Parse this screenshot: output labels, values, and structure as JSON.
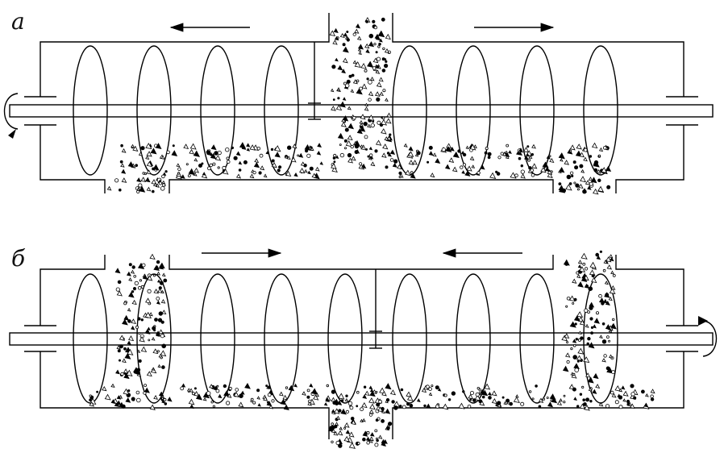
{
  "figure": {
    "panels": [
      {
        "label": "а",
        "shaft_rotation_side": "left",
        "feed_inlet": "top-center",
        "discharge_outlets": [
          "bottom-left",
          "bottom-right"
        ],
        "flow_arrows": [
          "left",
          "right"
        ],
        "baffle": "center"
      },
      {
        "label": "б",
        "shaft_rotation_side": "right",
        "feed_inlets": [
          "top-left",
          "top-right"
        ],
        "discharge_outlet": "bottom-center",
        "flow_arrows": [
          "right",
          "left"
        ],
        "baffle": "center"
      }
    ],
    "icons": [
      "rotation-arrow-icon",
      "flow-arrow-icon",
      "screw-flight-icon",
      "particles-icon"
    ],
    "colors": {
      "line": "#000000",
      "background": "#ffffff"
    }
  }
}
